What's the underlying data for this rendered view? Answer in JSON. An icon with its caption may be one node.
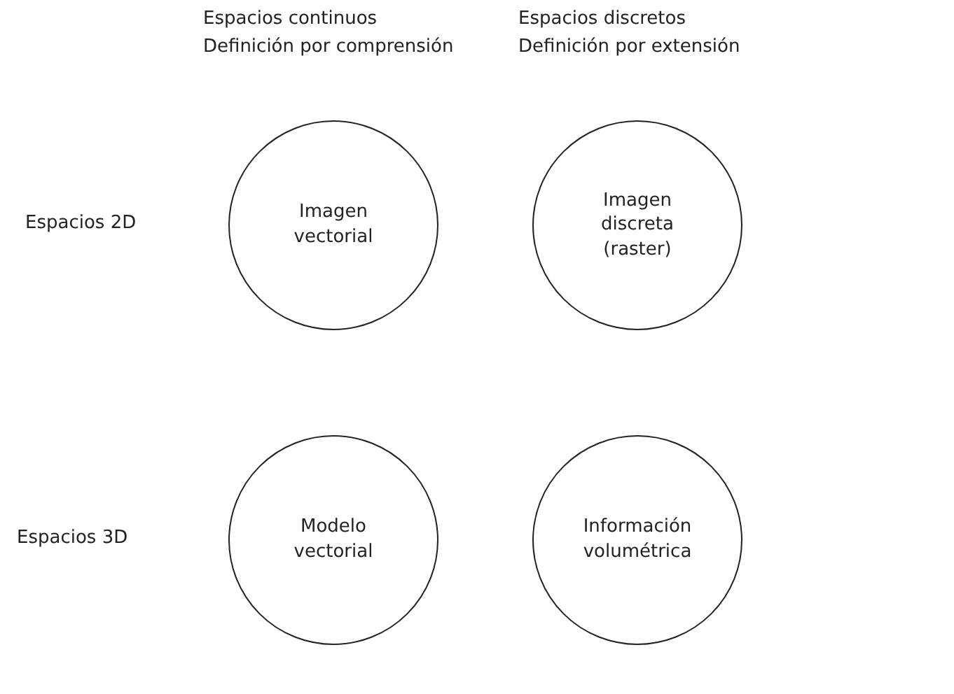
{
  "diagram": {
    "nodes": [
      {
        "text": [
          "Imagen vectorial"
        ]
      },
      {
        "text": [
          "Imagen discreta (raster)"
        ]
      },
      {
        "text": [
          "Modelo vectorial"
        ]
      },
      {
        "text": [
          "Información volumétrica"
        ]
      }
    ],
    "labels": [
      "Espacios continuos",
      "Definición por comprensión",
      "Espacios discretos",
      "Definición por extensión",
      "Espacios 2D",
      "Espacios 3D"
    ]
  }
}
